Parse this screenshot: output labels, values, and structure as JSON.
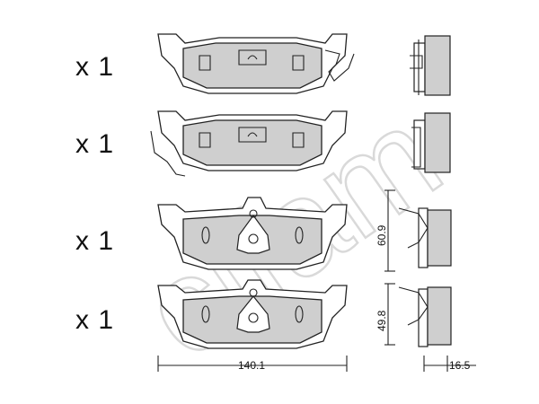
{
  "watermark": {
    "text": "cifam"
  },
  "rows": [
    {
      "quantity": "x 1"
    },
    {
      "quantity": "x 1"
    },
    {
      "quantity": "x 1"
    },
    {
      "quantity": "x 1"
    }
  ],
  "dimensions": {
    "width": "140.1",
    "height_top": "60.9",
    "height_bottom": "49.8",
    "thickness": "16.5"
  }
}
